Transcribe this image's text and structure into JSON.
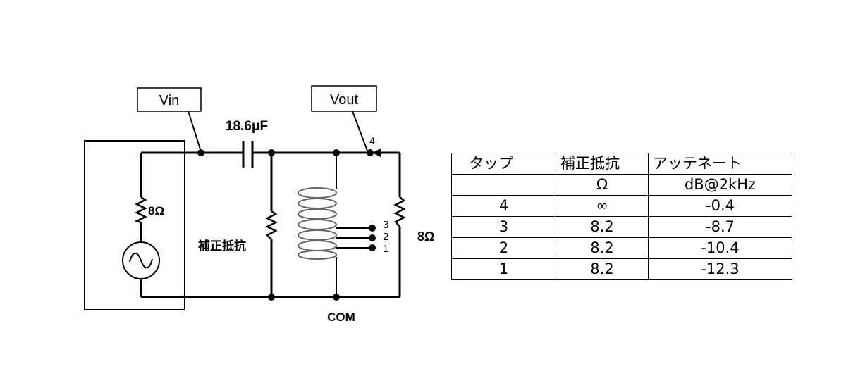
{
  "circuit": {
    "vin_label": "Vin",
    "vout_label": "Vout",
    "capacitor_label": "18.6μF",
    "source_resistor_label": "8Ω",
    "load_resistor_label": "8Ω",
    "correction_resistor_label": "補正抵抗",
    "com_label": "COM",
    "tap_labels": [
      "4",
      "3",
      "2",
      "1"
    ]
  },
  "table": {
    "headers": [
      "タップ",
      "補正抵抗",
      "アッテネート"
    ],
    "units": [
      "",
      "Ω",
      "dB@2kHz"
    ],
    "rows": [
      [
        "4",
        "∞",
        "-0.4"
      ],
      [
        "3",
        "8.2",
        "-8.7"
      ],
      [
        "2",
        "8.2",
        "-10.4"
      ],
      [
        "1",
        "8.2",
        "-12.3"
      ]
    ]
  }
}
